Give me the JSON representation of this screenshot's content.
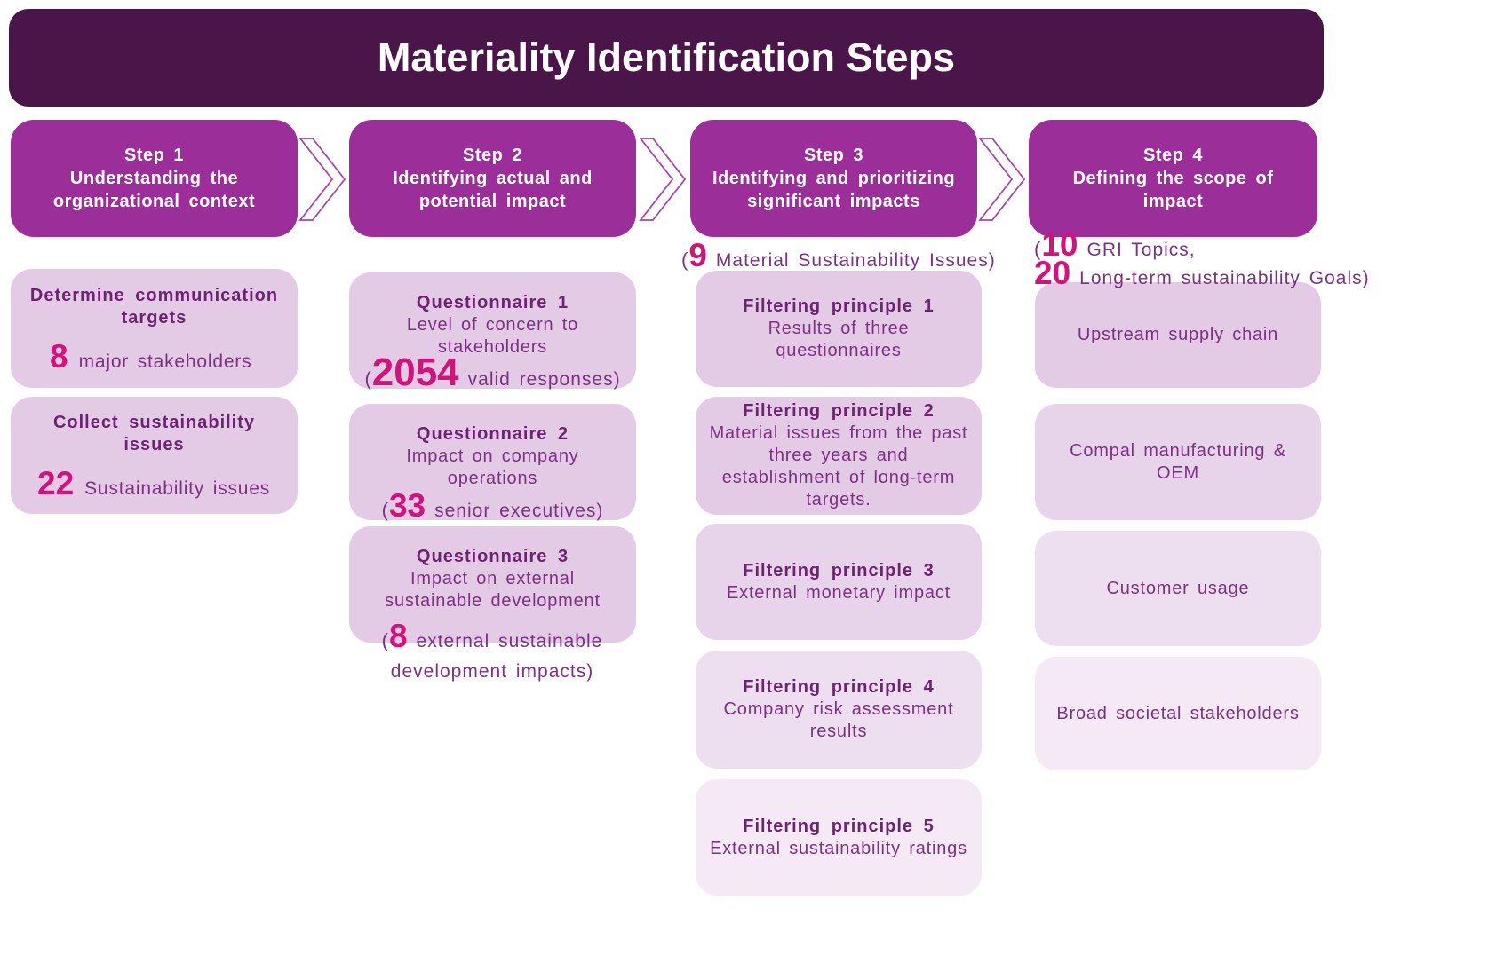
{
  "title": "Materiality Identification Steps",
  "colors": {
    "title_bar": "#4a164a",
    "step_header": "#9c2e9a",
    "accent_pink": "#d4127c",
    "heading_text": "#6e2273",
    "body_text": "#7d3084",
    "box_shades": [
      "#e3cbe5",
      "#e8d4ea",
      "#eedff0",
      "#f4e9f5"
    ]
  },
  "steps": [
    {
      "label": "Step 1",
      "desc": "Understanding the organizational context"
    },
    {
      "label": "Step 2",
      "desc": "Identifying actual and potential impact"
    },
    {
      "label": "Step 3",
      "desc": "Identifying and prioritizing significant impacts"
    },
    {
      "label": "Step 4",
      "desc": "Defining the scope of impact"
    }
  ],
  "step1_boxes": [
    {
      "title": "Determine communication targets",
      "number": "8",
      "text": "major stakeholders"
    },
    {
      "title": "Collect sustainability issues",
      "number": "22",
      "text": "Sustainability issues"
    }
  ],
  "step2_boxes": [
    {
      "title": "Questionnaire 1",
      "desc": "Level of concern to stakeholders",
      "paren": "(",
      "number": "2054",
      "note": "valid responses)"
    },
    {
      "title": "Questionnaire 2",
      "desc": "Impact on company operations",
      "paren": "(",
      "number": "33",
      "note": "senior executives)"
    },
    {
      "title": "Questionnaire 3",
      "desc": "Impact on external sustainable development",
      "paren": "(",
      "number": "8",
      "note": "external sustainable development impacts)"
    }
  ],
  "step3_annotation": {
    "paren": "(",
    "number": "9",
    "text": "Material Sustainability Issues)"
  },
  "step3_boxes": [
    {
      "title": "Filtering principle 1",
      "desc": "Results of three questionnaires"
    },
    {
      "title": "Filtering principle 2",
      "desc": "Material issues from the past three years and establishment of long-term targets."
    },
    {
      "title": "Filtering principle 3",
      "desc": "External monetary impact"
    },
    {
      "title": "Filtering principle 4",
      "desc": "Company risk assessment results"
    },
    {
      "title": "Filtering principle 5",
      "desc": "External sustainability ratings"
    }
  ],
  "step4_annotations": [
    {
      "paren": "(",
      "number": "10",
      "text": "GRI Topics,"
    },
    {
      "paren": "",
      "number": "20",
      "text": "Long-term sustainability Goals)"
    }
  ],
  "step4_boxes": [
    {
      "desc": "Upstream supply chain"
    },
    {
      "desc": "Compal manufacturing & OEM"
    },
    {
      "desc": "Customer usage"
    },
    {
      "desc": "Broad societal stakeholders"
    }
  ]
}
